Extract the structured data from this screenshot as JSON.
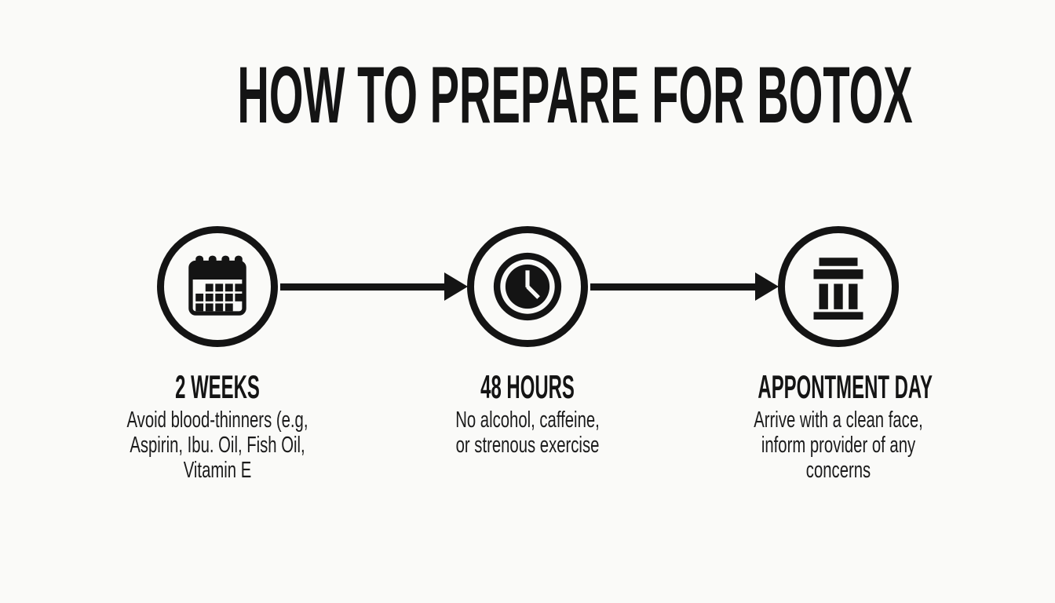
{
  "page": {
    "background_color": "#fafaf8",
    "ink_color": "#141414"
  },
  "title": "HOW TO PREPARE FOR BOTOX",
  "steps": [
    {
      "icon": "calendar-icon",
      "heading": "2 WEEKS",
      "body": "Avoid blood-thinners (e.g,\nAspirin, Ibu. Oil, Fish Oil,\nVitamin E"
    },
    {
      "icon": "clock-icon",
      "heading": "48 HOURS",
      "body": "No alcohol, caffeine,\nor strenous exercise"
    },
    {
      "icon": "bank-building-icon",
      "heading": "APPONTMENT DAY",
      "body": "Arrive with a clean face,\ninform provider of any\nconcerns"
    }
  ],
  "connectors": [
    {
      "icon": "arrow-right-icon"
    },
    {
      "icon": "arrow-right-icon"
    }
  ]
}
